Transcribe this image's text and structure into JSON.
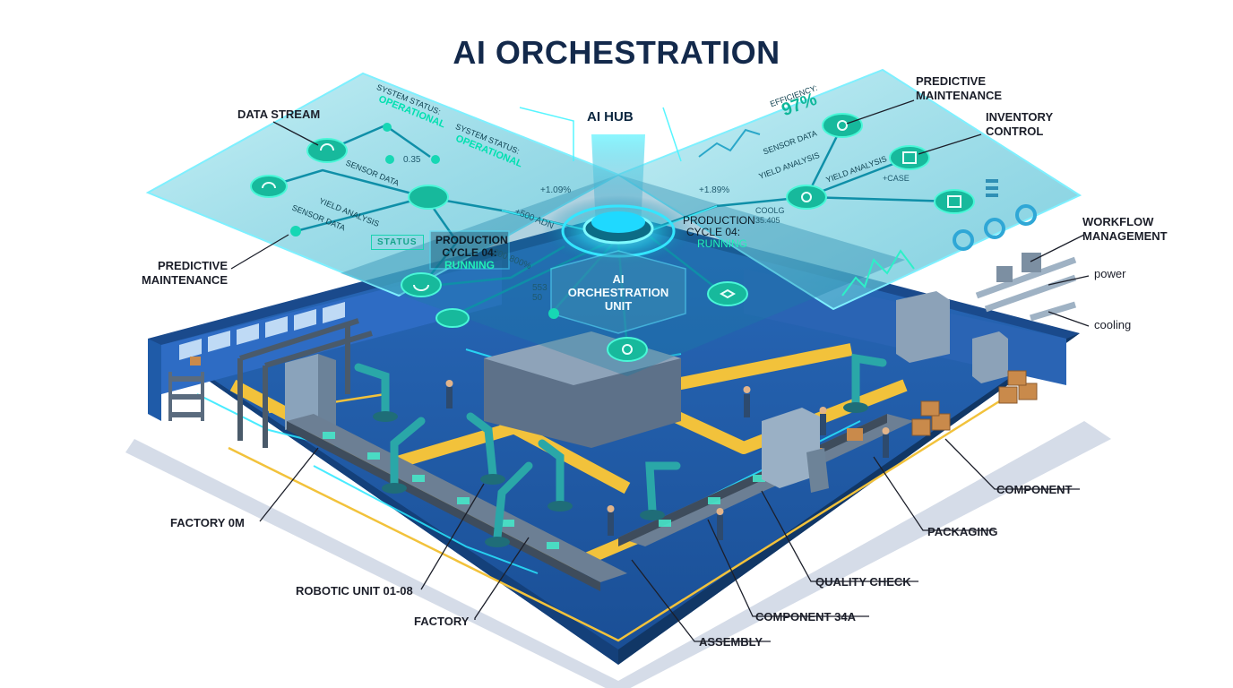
{
  "title": "AI ORCHESTRATION",
  "hub": {
    "label": "AI HUB",
    "unit_label": "AI\nORCHESTRATION\nUNIT"
  },
  "panel_left": {
    "status_1_title": "SYSTEM STATUS:",
    "status_1_value": "OPERATIONAL",
    "status_2_title": "SYSTEM STATUS:",
    "status_2_value": "OPERATIONAL",
    "value_a": "0.35",
    "sensor_data_1": "SENSOR DATA",
    "sensor_data_2": "SENSOR DATA",
    "yield_analysis": "YIELD ANALYSIS",
    "status_tag": "STATUS",
    "metric_1": "+1.09%",
    "metric_2": "+500 ADN",
    "metric_3": "+200 800%",
    "metric_4": "553\n50",
    "production_box": {
      "line1": "PRODUCTION",
      "line2": "CYCLE 04:",
      "line3": "RUNNING"
    }
  },
  "panel_right": {
    "efficiency_title": "EFFICIENCY:",
    "efficiency_value": "97%",
    "sensor_data": "SENSOR DATA",
    "yield_analysis_1": "YIELD ANALYSIS",
    "yield_analysis_2": "YIELD ANALYSIS",
    "metric_1": "COOLG\n35.405",
    "metric_2": "+1.89%",
    "metric_3": "+CASE",
    "production": {
      "line1": "PRODUCTION",
      "line2": "CYCLE 04:",
      "line3": "RUNNING"
    }
  },
  "callouts": {
    "data_stream": "DATA STREAM",
    "predictive_maintenance_left": "PREDICTIVE\nMAINTENANCE",
    "predictive_maintenance_right": "PREDICTIVE\nMAINTENANCE",
    "inventory_control": "INVENTORY\nCONTROL",
    "workflow_management": "WORKFLOW\nMANAGEMENT",
    "power": "power",
    "cooling": "cooling",
    "component": "COMPONENT",
    "packaging": "PACKAGING",
    "quality_check": "QUALITY CHECK",
    "component_34a": "COMPONENT 34A",
    "assembly": "ASSEMBLY",
    "factory": "FACTORY",
    "robotic_unit": "ROBOTIC UNIT 01-08",
    "factory_0m": "FACTORY 0M"
  },
  "icons": [
    "wifi-icon",
    "signal-icon",
    "gear-icon",
    "chip-icon",
    "refresh-icon",
    "cube-icon",
    "gauge-icon",
    "robot-arm-icon",
    "box-icon",
    "conveyor-icon",
    "worker-icon",
    "pipe-icon"
  ],
  "colors": {
    "floor": "#1f5fae",
    "floor_dark": "#164a8a",
    "wall": "#2e6cc4",
    "path": "#f2c23b",
    "panel": "#7fd8e6",
    "glow": "#1be3c2",
    "node": "#22d6b4",
    "title": "#13294b",
    "robot": "#2aa7a8",
    "box": "#c98a4b"
  }
}
